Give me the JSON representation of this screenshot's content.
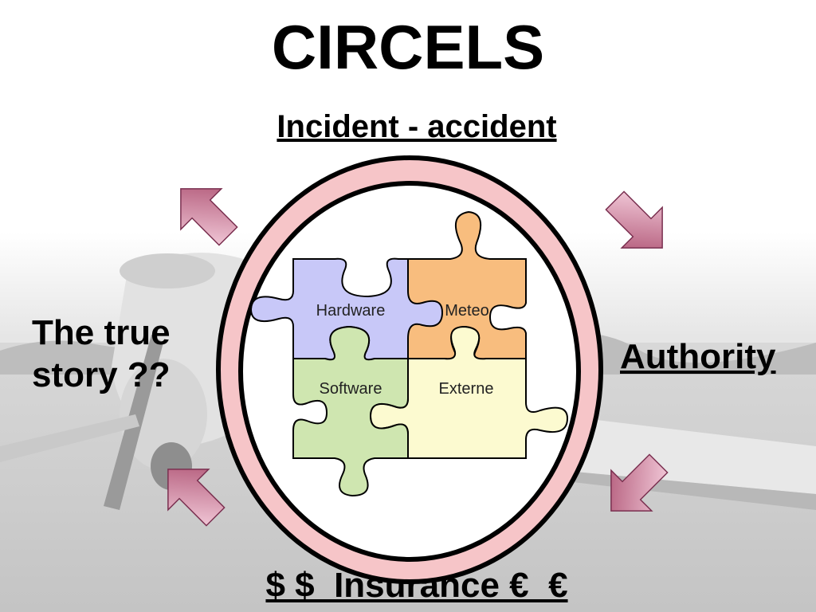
{
  "title": "CIRCELS",
  "subtitle": "Incident - accident",
  "left_label": {
    "line1": "The true",
    "line2": "story ??"
  },
  "right_label": "Authority",
  "bottom_label": "$ $  Insurance €  €",
  "puzzle": {
    "hardware": "Hardware",
    "meteo": "Meteo",
    "software": "Software",
    "externe": "Externe"
  },
  "colors": {
    "ring_fill": "#f6c5c8",
    "hardware": "#c8c8f8",
    "meteo": "#f8bd7e",
    "software": "#cfe6b0",
    "externe": "#fcfad0",
    "arrow_light": "#fad4e2",
    "arrow_dark": "#a04565"
  }
}
